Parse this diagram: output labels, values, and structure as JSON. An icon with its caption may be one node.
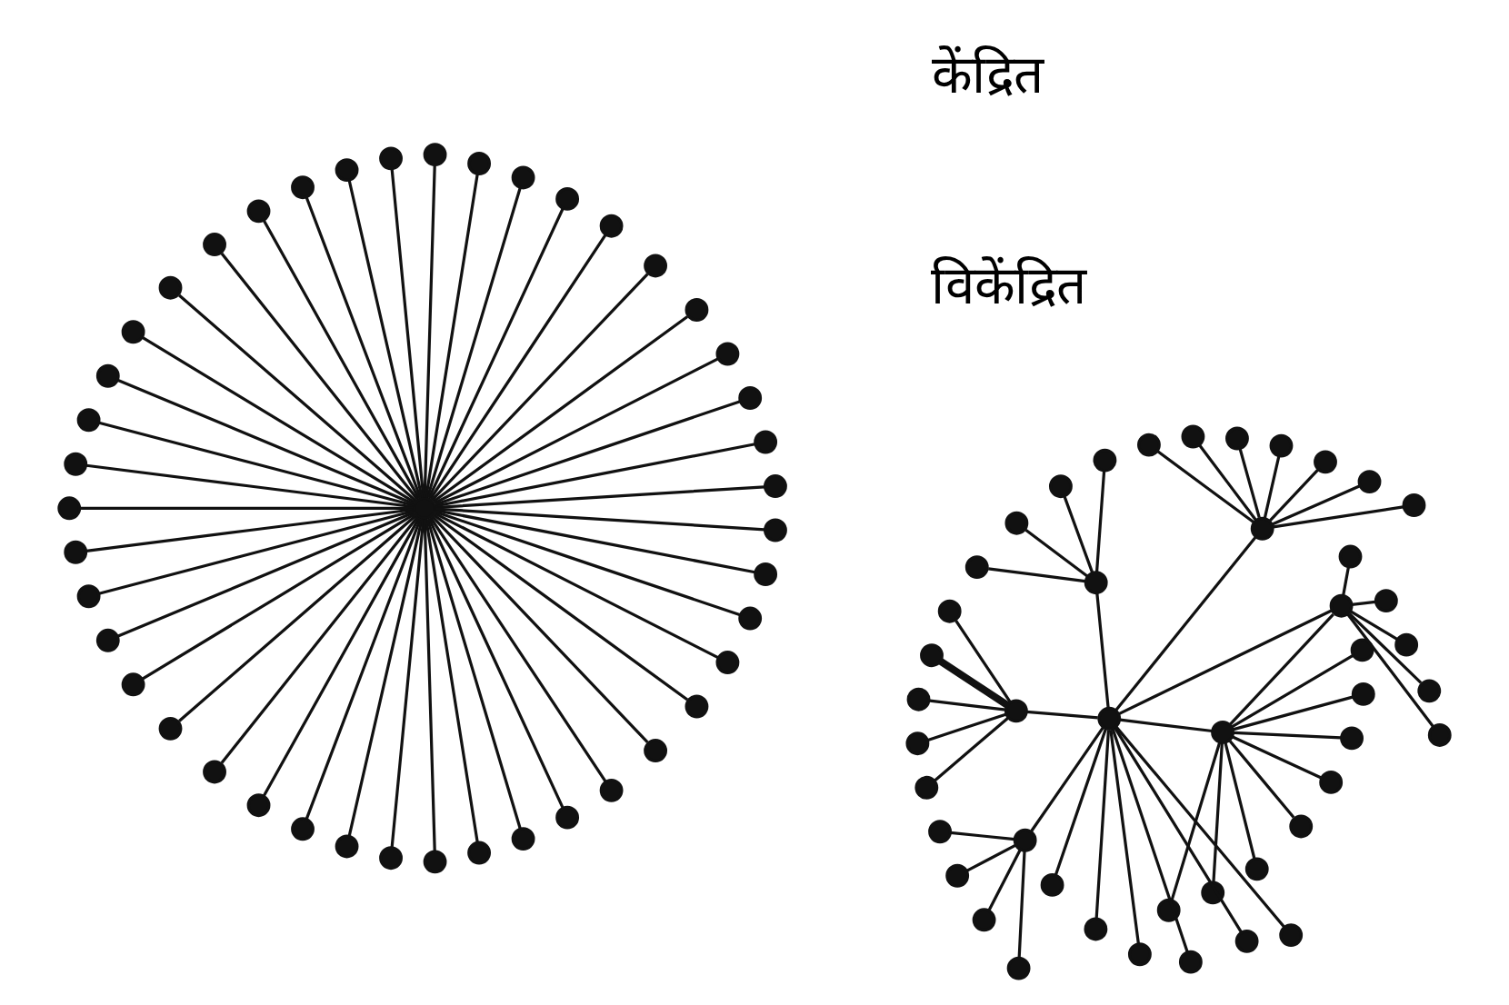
{
  "diagram": {
    "nodes": [
      {
        "text": [],
        "shape": "circle"
      },
      {
        "text": [],
        "shape": "circle"
      },
      {
        "text": [],
        "shape": "circle"
      },
      {
        "text": [],
        "shape": "circle"
      },
      {
        "text": [],
        "shape": "circle"
      },
      {
        "text": [],
        "shape": "circle"
      },
      {
        "text": [],
        "shape": "circle"
      },
      {
        "text": [],
        "shape": "circle"
      },
      {
        "text": [],
        "shape": "circle"
      },
      {
        "text": [],
        "shape": "circle"
      },
      {
        "text": [],
        "shape": "circle"
      },
      {
        "text": [],
        "shape": "circle"
      },
      {
        "text": [],
        "shape": "circle"
      },
      {
        "text": [],
        "shape": "circle"
      },
      {
        "text": [],
        "shape": "circle"
      },
      {
        "text": [],
        "shape": "circle"
      },
      {
        "text": [],
        "shape": "circle"
      },
      {
        "text": [],
        "shape": "circle"
      },
      {
        "text": [],
        "shape": "circle"
      },
      {
        "text": [],
        "shape": "circle"
      },
      {
        "text": [],
        "shape": "circle"
      },
      {
        "text": [],
        "shape": "circle"
      },
      {
        "text": [],
        "shape": "circle"
      },
      {
        "text": [],
        "shape": "circle"
      },
      {
        "text": [],
        "shape": "circle"
      },
      {
        "text": [],
        "shape": "circle"
      },
      {
        "text": [],
        "shape": "circle"
      },
      {
        "text": [],
        "shape": "circle"
      },
      {
        "text": [],
        "shape": "circle"
      },
      {
        "text": [],
        "shape": "circle"
      },
      {
        "text": [],
        "shape": "circle"
      },
      {
        "text": [],
        "shape": "circle"
      },
      {
        "text": [],
        "shape": "circle"
      },
      {
        "text": [],
        "shape": "circle"
      },
      {
        "text": [],
        "shape": "circle"
      },
      {
        "text": [],
        "shape": "circle"
      },
      {
        "text": [],
        "shape": "circle"
      },
      {
        "text": [],
        "shape": "circle"
      },
      {
        "text": [],
        "shape": "circle"
      },
      {
        "text": [],
        "shape": "circle"
      },
      {
        "text": [],
        "shape": "circle"
      },
      {
        "text": [],
        "shape": "circle"
      },
      {
        "text": [],
        "shape": "circle"
      },
      {
        "text": [],
        "shape": "circle"
      },
      {
        "text": [],
        "shape": "circle"
      },
      {
        "text": [],
        "shape": "circle"
      },
      {
        "text": [],
        "shape": "circle"
      },
      {
        "text": [],
        "shape": "circle"
      },
      {
        "text": [],
        "shape": "circle"
      },
      {
        "text": [],
        "shape": "circle"
      },
      {
        "text": [],
        "shape": "circle"
      },
      {
        "text": [],
        "shape": "circle"
      },
      {
        "text": [],
        "shape": "circle"
      },
      {
        "text": [],
        "shape": "circle"
      },
      {
        "text": [],
        "shape": "circle"
      },
      {
        "text": [],
        "shape": "circle"
      },
      {
        "text": [],
        "shape": "circle"
      },
      {
        "text": [],
        "shape": "circle"
      },
      {
        "text": [],
        "shape": "circle"
      },
      {
        "text": [],
        "shape": "circle"
      },
      {
        "text": [],
        "shape": "circle"
      },
      {
        "text": [],
        "shape": "circle"
      },
      {
        "text": [],
        "shape": "circle"
      },
      {
        "text": [],
        "shape": "circle"
      },
      {
        "text": [],
        "shape": "circle"
      },
      {
        "text": [],
        "shape": "circle"
      },
      {
        "text": [],
        "shape": "circle"
      },
      {
        "text": [],
        "shape": "circle"
      },
      {
        "text": [],
        "shape": "circle"
      },
      {
        "text": [],
        "shape": "circle"
      },
      {
        "text": [],
        "shape": "circle"
      },
      {
        "text": [],
        "shape": "circle"
      },
      {
        "text": [],
        "shape": "circle"
      },
      {
        "text": [],
        "shape": "circle"
      },
      {
        "text": [],
        "shape": "circle"
      },
      {
        "text": [],
        "shape": "circle"
      },
      {
        "text": [],
        "shape": "circle"
      },
      {
        "text": [],
        "shape": "circle"
      },
      {
        "text": [],
        "shape": "circle"
      },
      {
        "text": [],
        "shape": "circle"
      },
      {
        "text": [],
        "shape": "circle"
      },
      {
        "text": [],
        "shape": "circle"
      },
      {
        "text": [],
        "shape": "circle"
      },
      {
        "text": [],
        "shape": "circle"
      },
      {
        "text": [],
        "shape": "circle"
      },
      {
        "text": [],
        "shape": "circle"
      },
      {
        "text": [],
        "shape": "circle"
      },
      {
        "text": [],
        "shape": "circle"
      },
      {
        "text": [],
        "shape": "circle"
      },
      {
        "text": [],
        "shape": "circle"
      }
    ],
    "edges": [
      {
        "from": 0,
        "to": 1,
        "arrow": "none"
      },
      {
        "from": 0,
        "to": 2,
        "arrow": "none"
      },
      {
        "from": 0,
        "to": 3,
        "arrow": "none"
      },
      {
        "from": 0,
        "to": 4,
        "arrow": "none"
      },
      {
        "from": 0,
        "to": 5,
        "arrow": "none"
      },
      {
        "from": 0,
        "to": 6,
        "arrow": "none"
      },
      {
        "from": 0,
        "to": 7,
        "arrow": "none"
      },
      {
        "from": 0,
        "to": 8,
        "arrow": "none"
      },
      {
        "from": 0,
        "to": 9,
        "arrow": "none"
      },
      {
        "from": 0,
        "to": 10,
        "arrow": "none"
      },
      {
        "from": 0,
        "to": 11,
        "arrow": "none"
      },
      {
        "from": 0,
        "to": 12,
        "arrow": "none"
      },
      {
        "from": 0,
        "to": 13,
        "arrow": "none"
      },
      {
        "from": 0,
        "to": 14,
        "arrow": "none"
      },
      {
        "from": 0,
        "to": 15,
        "arrow": "none"
      },
      {
        "from": 0,
        "to": 16,
        "arrow": "none"
      },
      {
        "from": 0,
        "to": 17,
        "arrow": "none"
      },
      {
        "from": 0,
        "to": 18,
        "arrow": "none"
      },
      {
        "from": 0,
        "to": 19,
        "arrow": "none"
      },
      {
        "from": 0,
        "to": 20,
        "arrow": "none"
      },
      {
        "from": 0,
        "to": 21,
        "arrow": "none"
      },
      {
        "from": 0,
        "to": 22,
        "arrow": "none"
      },
      {
        "from": 0,
        "to": 23,
        "arrow": "none"
      },
      {
        "from": 0,
        "to": 24,
        "arrow": "none"
      },
      {
        "from": 0,
        "to": 25,
        "arrow": "none"
      },
      {
        "from": 0,
        "to": 26,
        "arrow": "none"
      },
      {
        "from": 0,
        "to": 27,
        "arrow": "none"
      },
      {
        "from": 0,
        "to": 28,
        "arrow": "none"
      },
      {
        "from": 0,
        "to": 29,
        "arrow": "none"
      },
      {
        "from": 0,
        "to": 30,
        "arrow": "none"
      },
      {
        "from": 0,
        "to": 31,
        "arrow": "none"
      },
      {
        "from": 0,
        "to": 32,
        "arrow": "none"
      },
      {
        "from": 0,
        "to": 33,
        "arrow": "none"
      },
      {
        "from": 0,
        "to": 34,
        "arrow": "none"
      },
      {
        "from": 0,
        "to": 35,
        "arrow": "none"
      },
      {
        "from": 0,
        "to": 36,
        "arrow": "none"
      },
      {
        "from": 0,
        "to": 37,
        "arrow": "none"
      },
      {
        "from": 0,
        "to": 38,
        "arrow": "none"
      },
      {
        "from": 0,
        "to": 39,
        "arrow": "none"
      },
      {
        "from": 0,
        "to": 40,
        "arrow": "none"
      },
      {
        "from": 0,
        "to": 41,
        "arrow": "none"
      },
      {
        "from": 0,
        "to": 42,
        "arrow": "none"
      },
      {
        "from": 0,
        "to": 43,
        "arrow": "none"
      },
      {
        "from": 44,
        "to": 45,
        "arrow": "none"
      },
      {
        "from": 44,
        "to": 46,
        "arrow": "none"
      },
      {
        "from": 45,
        "to": 46,
        "arrow": "none"
      },
      {
        "from": 46,
        "to": 47,
        "arrow": "none"
      },
      {
        "from": 46,
        "to": 48,
        "arrow": "none"
      },
      {
        "from": 46,
        "to": 49,
        "arrow": "none"
      },
      {
        "from": 46,
        "to": 50,
        "arrow": "none"
      },
      {
        "from": 44,
        "to": 51,
        "arrow": "none"
      },
      {
        "from": 44,
        "to": 52,
        "arrow": "none"
      },
      {
        "from": 44,
        "to": 53,
        "arrow": "none"
      },
      {
        "from": 44,
        "to": 54,
        "arrow": "none"
      },
      {
        "from": 44,
        "to": 55,
        "arrow": "none"
      },
      {
        "from": 44,
        "to": 56,
        "arrow": "none"
      },
      {
        "from": 44,
        "to": 57,
        "arrow": "none"
      },
      {
        "from": 44,
        "to": 58,
        "arrow": "none"
      },
      {
        "from": 45,
        "to": 59,
        "arrow": "none"
      },
      {
        "from": 45,
        "to": 60,
        "arrow": "none"
      },
      {
        "from": 45,
        "to": 61,
        "arrow": "none"
      },
      {
        "from": 45,
        "to": 62,
        "arrow": "none"
      },
      {
        "from": 45,
        "to": 63,
        "arrow": "none"
      },
      {
        "from": 46,
        "to": 64,
        "arrow": "none"
      },
      {
        "from": 46,
        "to": 65,
        "arrow": "none"
      },
      {
        "from": 46,
        "to": 66,
        "arrow": "none"
      },
      {
        "from": 46,
        "to": 67,
        "arrow": "none"
      },
      {
        "from": 46,
        "to": 68,
        "arrow": "none"
      },
      {
        "from": 46,
        "to": 69,
        "arrow": "none"
      },
      {
        "from": 47,
        "to": 70,
        "arrow": "none"
      },
      {
        "from": 47,
        "to": 71,
        "arrow": "none"
      },
      {
        "from": 47,
        "to": 72,
        "arrow": "none"
      },
      {
        "from": 47,
        "to": 73,
        "arrow": "none"
      },
      {
        "from": 47,
        "to": 74,
        "arrow": "none"
      },
      {
        "from": 47,
        "to": 75,
        "arrow": "none"
      },
      {
        "from": 47,
        "to": 76,
        "arrow": "none"
      },
      {
        "from": 48,
        "to": 77,
        "arrow": "none"
      },
      {
        "from": 48,
        "to": 78,
        "arrow": "none"
      },
      {
        "from": 48,
        "to": 79,
        "arrow": "none"
      },
      {
        "from": 48,
        "to": 80,
        "arrow": "none"
      },
      {
        "from": 49,
        "to": 81,
        "arrow": "none"
      },
      {
        "from": 49,
        "to": 82,
        "arrow": "none",
        "style": "thick"
      },
      {
        "from": 49,
        "to": 83,
        "arrow": "none"
      },
      {
        "from": 49,
        "to": 84,
        "arrow": "none"
      },
      {
        "from": 49,
        "to": 85,
        "arrow": "none"
      },
      {
        "from": 50,
        "to": 86,
        "arrow": "none"
      },
      {
        "from": 50,
        "to": 87,
        "arrow": "none"
      },
      {
        "from": 50,
        "to": 88,
        "arrow": "none"
      },
      {
        "from": 50,
        "to": 89,
        "arrow": "none"
      }
    ],
    "labels": [
      "केंद्रित",
      "विकेंद्रित"
    ]
  }
}
